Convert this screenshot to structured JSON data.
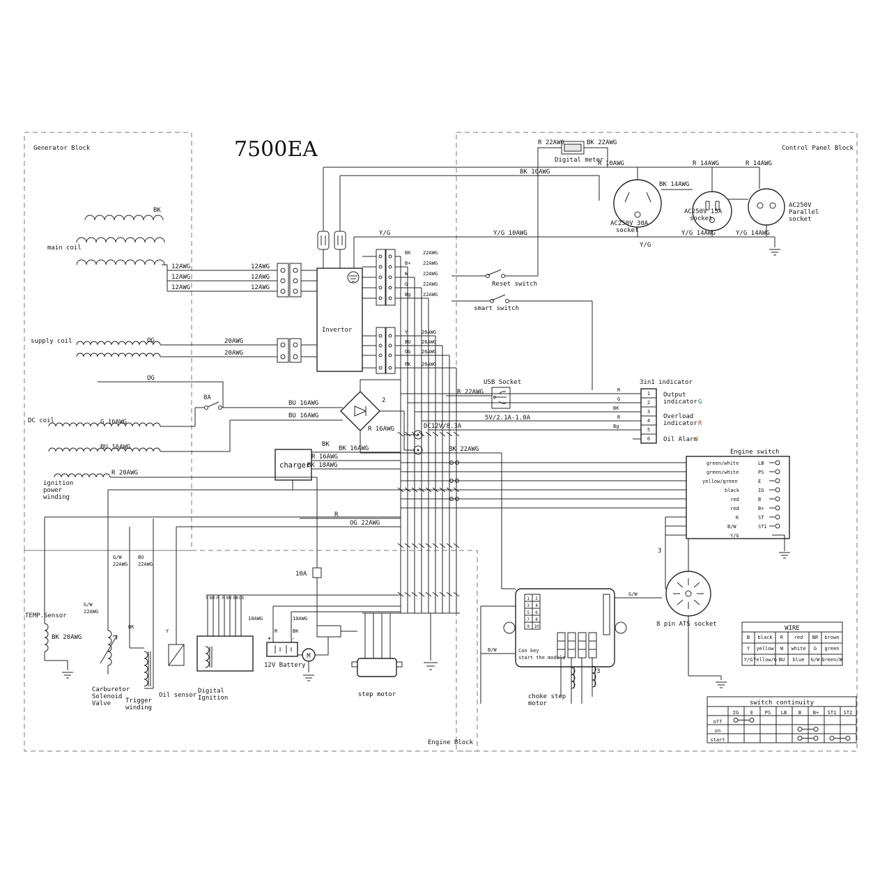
{
  "title": "7500EA",
  "blocks": {
    "generator": "Generator Block",
    "control": "Control Panel Block",
    "engine": "Engine Block"
  },
  "meter": {
    "label": "Digital meter",
    "left": "R 22AWG",
    "right": "BK 22AWG"
  },
  "topwires": {
    "r10": "R 10AWG",
    "bk10": "BK 10AWG",
    "r14": "R 14AWG",
    "bk14": "BK 14AWG",
    "yg14": "Y/G 14AWG",
    "yg10": "Y/G 10AWG",
    "yg": "Y/G"
  },
  "sockets": {
    "s30": [
      "AC250V 30A",
      "socket"
    ],
    "s15": [
      "AC250V 15A",
      "socket"
    ],
    "par": [
      "AC250V",
      "Parallel",
      "socket"
    ]
  },
  "maincoil": {
    "label": "main coil",
    "bk": "BK",
    "awg": "12AWG"
  },
  "supplycoil": {
    "label": "supply coil",
    "og": "OG",
    "awg": "20AWG"
  },
  "inverter": {
    "label": "Invertor"
  },
  "conn1": {
    "awg": "22AWG",
    "wires": [
      "BK",
      "B+",
      "W",
      "G",
      "Bg"
    ]
  },
  "conn2": {
    "awg": "26AWG",
    "wires": [
      "Y",
      "BU",
      "OG",
      "PK"
    ]
  },
  "switches": {
    "reset": "Reset switch",
    "smart": "smart switch"
  },
  "usb": {
    "label": "USB Socket",
    "r22": "R 22AWG",
    "out": "5V/2.1A-1.0A"
  },
  "dcout": {
    "label": "DC12V/8.3A",
    "bk22": "BK 22AWG",
    "r16": "R 16AWG",
    "two": "2"
  },
  "rectifier": {
    "fuse": "8A",
    "bu16": "BU 16AWG"
  },
  "dccoil": {
    "label": "DC coil",
    "g16": "G 16AWG",
    "bu16": "BU 16AWG"
  },
  "charger": {
    "label": "charger",
    "bk": "BK",
    "bk16": "BK 16AWG",
    "r16": "R 16AWG",
    "bk18": "BK 18AWG"
  },
  "ignwind": {
    "lines": [
      "ignition",
      "power",
      "winding"
    ],
    "r20": "R 20AWG"
  },
  "indicator": {
    "title": "3in1 indicator",
    "pins": [
      "1",
      "2",
      "3",
      "4",
      "5",
      "6"
    ],
    "wires": [
      "R",
      "G",
      "BK",
      "R",
      "Bg"
    ],
    "output": [
      "Output",
      "indicator"
    ],
    "overload": [
      "Overload",
      "indicator"
    ],
    "oil": "Oil Alarm",
    "g": "G",
    "r": "R",
    "y": "Y"
  },
  "engineswitch": {
    "title": "Engine switch",
    "wires": [
      "green/white",
      "green/white",
      "yellow/green",
      "black",
      "red",
      "red",
      "K",
      "B/W",
      "Y/G"
    ],
    "pins": [
      "LB",
      "PS",
      "E",
      "IG",
      "B",
      "B+",
      "ST",
      "ST1"
    ]
  },
  "midwires": {
    "og22": "OG 22AWG",
    "r": "R",
    "three": "3"
  },
  "temp": {
    "label": "TEMP.Sensor",
    "bk20": "BK 20AWG",
    "gw": "G/W",
    "awg22": "22AWG",
    "bu": "BU",
    "bk": "BK",
    "y": "Y"
  },
  "carb": {
    "lines": [
      "Carburetor",
      "Solenoid",
      "Valve"
    ]
  },
  "trigger": {
    "lines": [
      "Trigger",
      "winding"
    ]
  },
  "oilsensor": {
    "label": "Oil sensor"
  },
  "digign": {
    "lines": [
      "Digital",
      "Ignition"
    ],
    "pins": [
      "Y",
      "BU",
      "R",
      "R",
      "BU",
      "BK",
      "OG"
    ]
  },
  "battery": {
    "label": "12V Battery",
    "awg10": "10AWG",
    "r": "R",
    "bk": "BK",
    "fuse": "10A",
    "m": "M",
    "plus": "+",
    "minus": "-"
  },
  "stepmotor": {
    "label": "step motor"
  },
  "choke": {
    "lines": [
      "choke step",
      "motor"
    ]
  },
  "conkey": {
    "lines": [
      "Con key",
      "start the module"
    ],
    "pins": [
      "1",
      "2",
      "3",
      "4",
      "5",
      "6",
      "7",
      "8",
      "9",
      "10"
    ],
    "bw": "B/W"
  },
  "ats": {
    "label": "8 pin ATS socket",
    "gw": "G/W"
  },
  "wiretable": {
    "title": "WIRE",
    "cells": [
      [
        "B",
        "black",
        "R",
        "red",
        "BR",
        "brown"
      ],
      [
        "Y",
        "yellow",
        "W",
        "white",
        "G",
        "green"
      ],
      [
        "Y/G",
        "Yellow/G",
        "BU",
        "blue",
        "G/W",
        "Green/W"
      ]
    ]
  },
  "continuity": {
    "title": "switch continuity",
    "headers": [
      "IG",
      "E",
      "PS",
      "LB",
      "B",
      "B+",
      "ST1",
      "ST2"
    ],
    "rows": [
      "off",
      "on",
      "start"
    ]
  }
}
